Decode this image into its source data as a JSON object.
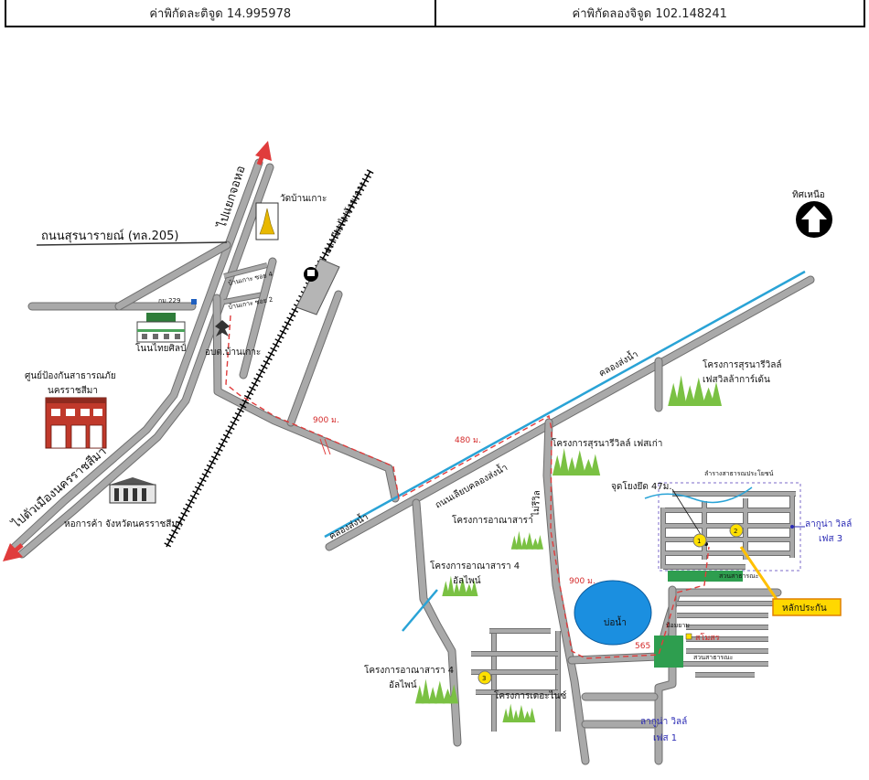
{
  "header_table": {
    "latitude": "ค่าพิกัดละติจูด 14.995978",
    "longitude": "ค่าพิกัดลองจิจูด 102.148241"
  },
  "roads": {
    "to_jorhor": "ไปแยกจอหอ",
    "to_city": "ไปตัวเมืองนครราชสีมา",
    "suranarai": "ถนนสุรนารายณ์ (ทล.205)",
    "km_marker": "กม.229",
    "soi_4": "บ้านเกาะ ซอย 4",
    "soi_2": "บ้านเกาะ ซอย 2",
    "canal_road": "ถนนเลียบคลองส่งน้ำ",
    "side_soi": "ไม่รีวิล"
  },
  "waterways": {
    "canal_upper": "คลองส่งน้ำ",
    "canal_lower": "คลองส่งน้ำ",
    "creek": "ลำรางสาธารณประโยชน์",
    "pond": "บ่อน้ำ"
  },
  "landmarks": {
    "temple": "วัดบ้านเกาะ",
    "station": "สถานีรถไฟบ้านเกาะ",
    "north": "ทิศเหนือ",
    "school": "โนนไทยศิลป์",
    "sao": "อบต.บ้านเกาะ",
    "disaster_center_1": "ศูนย์ป้องกันสาธารณภัย",
    "disaster_center_2": "นครราชสีมา",
    "chamber": "หอการค้า จังหวัดนครราชสีมา",
    "anchor_point": "จุดโยงยึด 47ม.",
    "park_1": "สวนสาธารณะ",
    "park_2": "สวนสาธารณะ",
    "guard": "ป้อมยาม",
    "club": "สโมสร",
    "collateral": "หลักประกัน"
  },
  "projects": {
    "garden_1": "โครงการสุรนารีวิลล์",
    "garden_2": "เฟสวิลล้าการ์เด้น",
    "old_phase": "โครงการสุรนารีวิลล์ เฟสเก่า",
    "anasara": "โครงการอาณาสารา",
    "anasara4_a_1": "โครงการอาณาสารา 4",
    "anasara4_a_2": "อัลไพน์",
    "anasara4_b_1": "โครงการอาณาสารา 4",
    "anasara4_b_2": "อัลไพน์",
    "the_nice": "โครงการเดอะไนซ์",
    "laguna3_1": "ลากูน่า วิลล์",
    "laguna3_2": "เฟส 3",
    "laguna1_1": "ลากูน่า วิลล์",
    "laguna1_2": "เฟส 1"
  },
  "distances": {
    "d900_a": "900 ม.",
    "d480": "480 ม.",
    "d900_b": "900 ม.",
    "d565": "565"
  },
  "markers": [
    "1",
    "2",
    "3"
  ],
  "colors": {
    "road": "#a9a9a9",
    "canal": "#29a3d6",
    "route": "#e03c3c",
    "trees": "#7ac143",
    "park": "#2e9e4f",
    "pond": "#1b8fe0",
    "marker": "#ffe000",
    "collateral_box": "#ffd800"
  }
}
